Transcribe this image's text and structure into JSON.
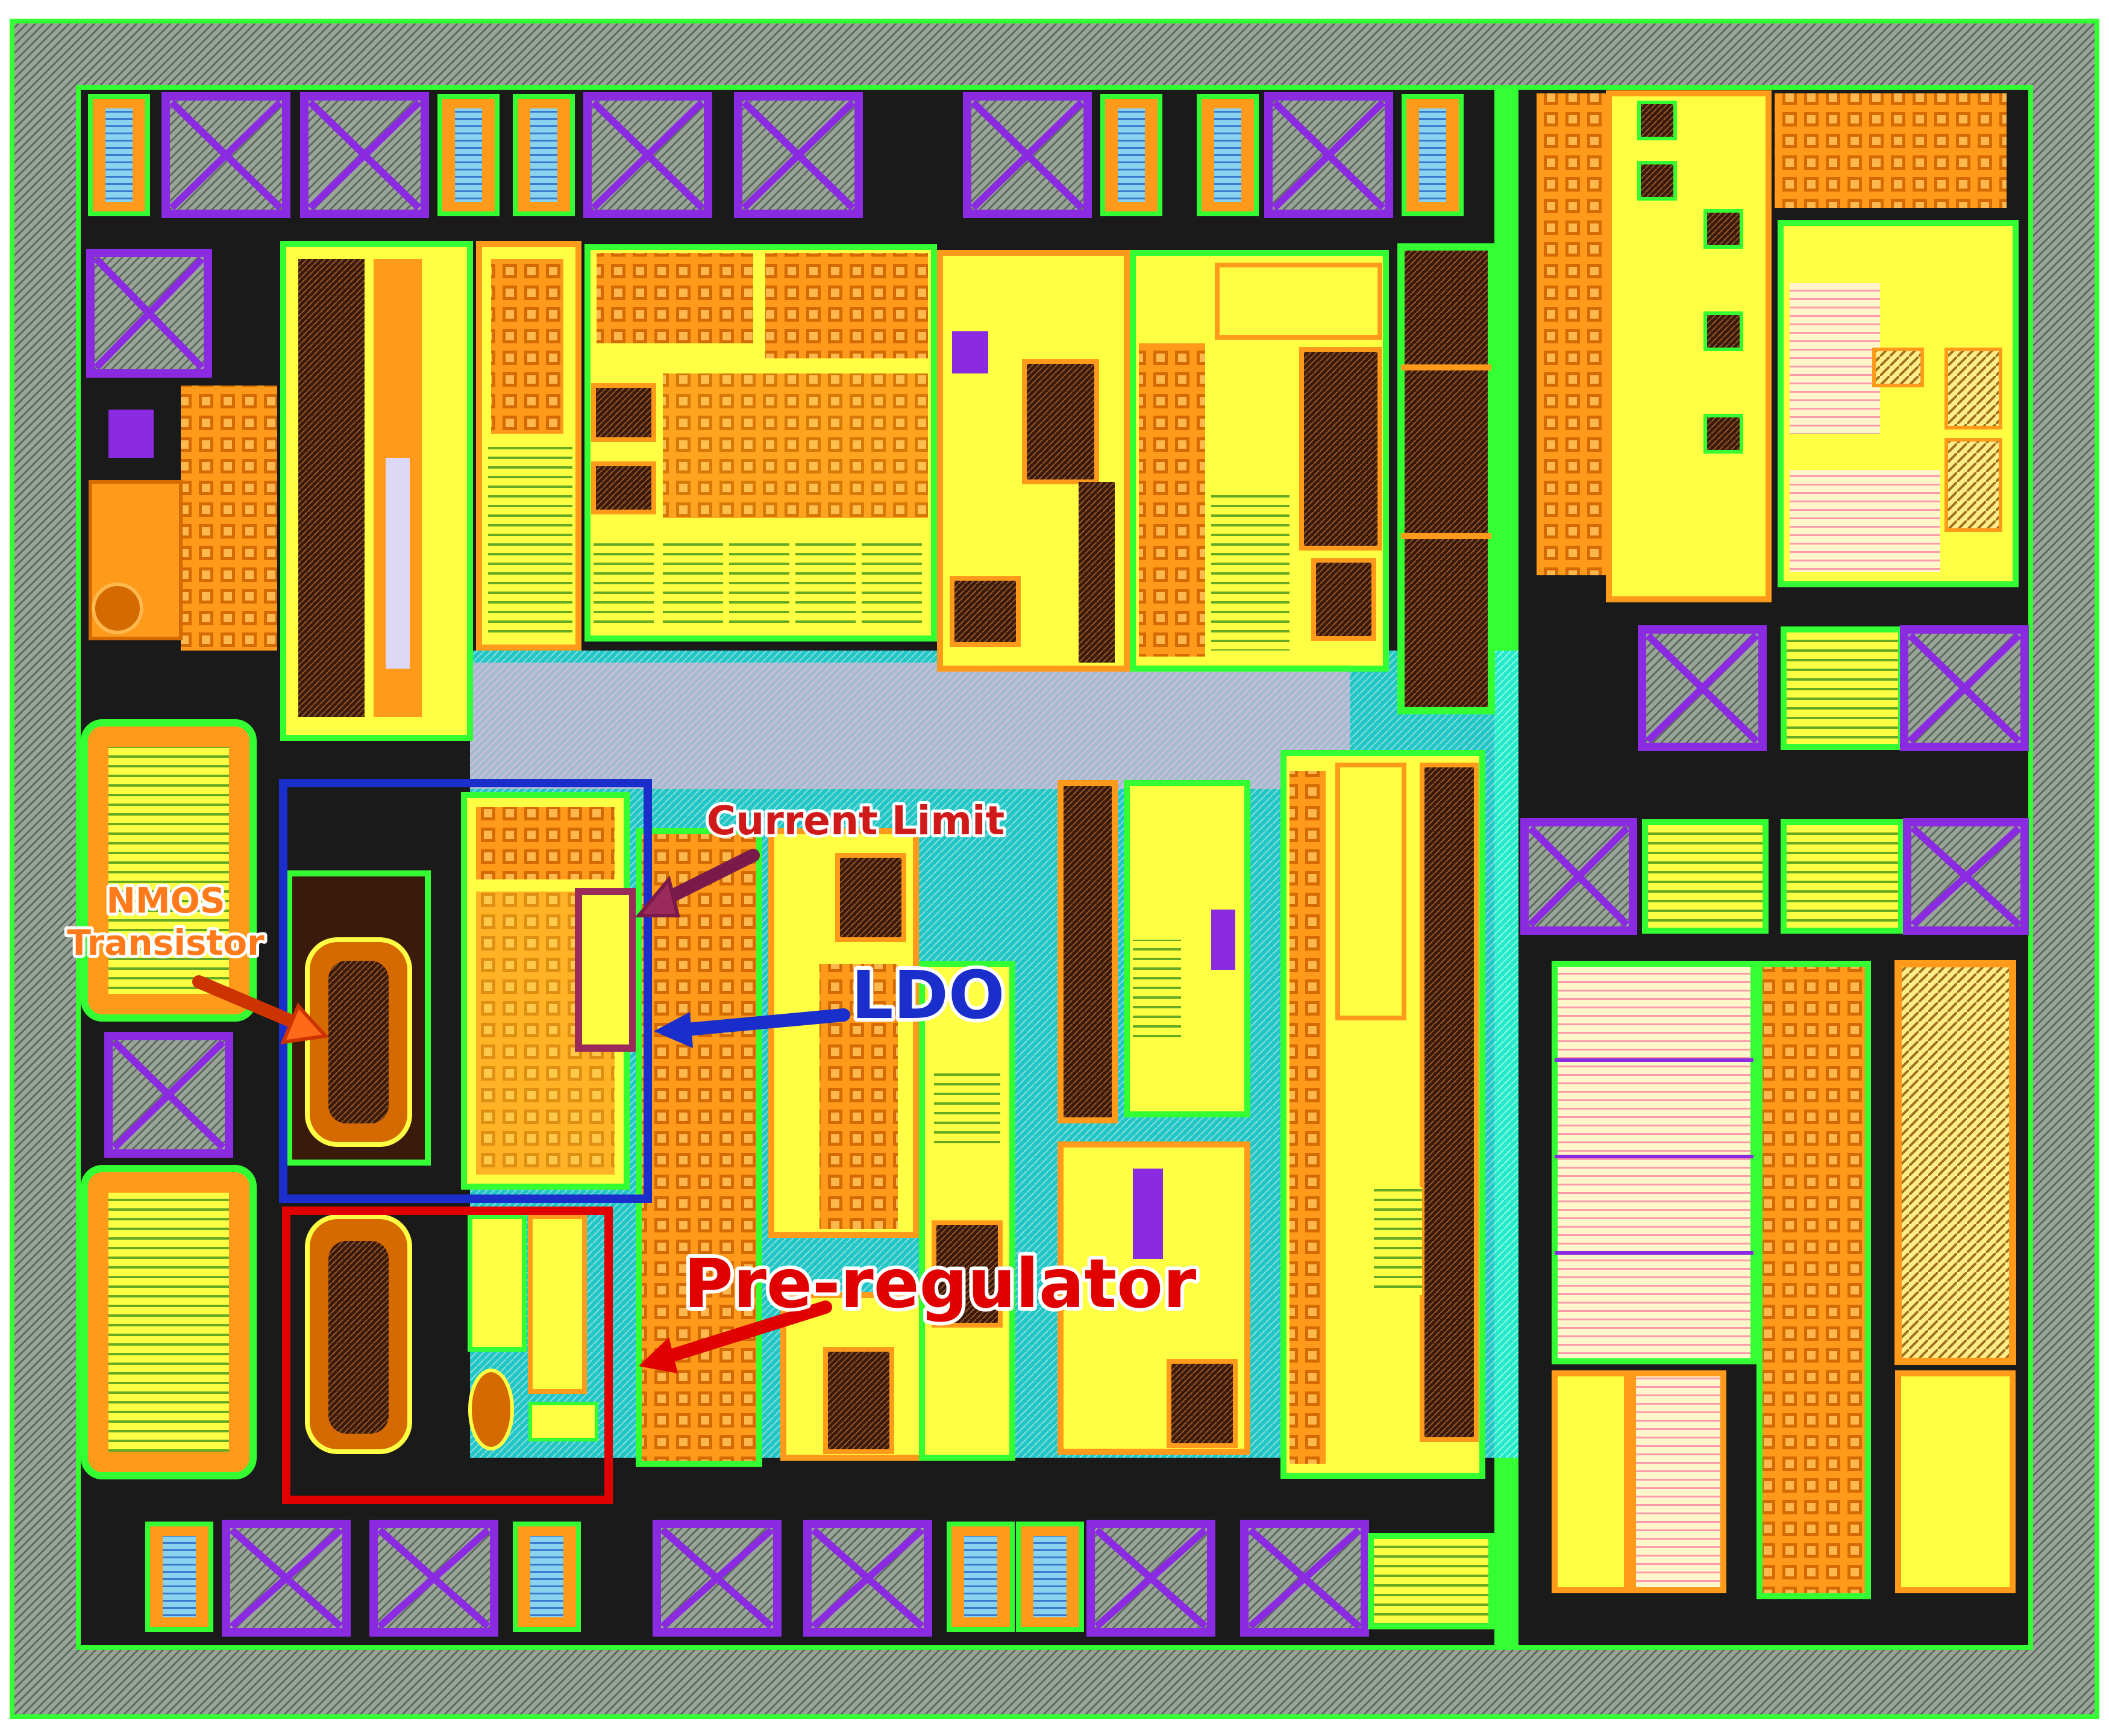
{
  "annotations": {
    "nmos_line1": "NMOS",
    "nmos_line2": "Transistor",
    "current_limit": "Current Limit",
    "ldo": "LDO",
    "pre_regulator": "Pre-regulator"
  },
  "colors": {
    "seal_ring": "#808a80",
    "metal_green": "#33ff33",
    "metal_orange": "#ff9a1a",
    "poly_yellow": "#ffff22",
    "pad_purple": "#8a2be2",
    "cyan_route": "#22e5e5",
    "pink_route": "#ffb3d9",
    "dark_fill": "#3a1a0a",
    "ldo_box": "#1a2ecc",
    "pre_regulator_box": "#e00000",
    "current_limit_box": "#9a2a5a",
    "nmos_text": "#ff7a1a"
  },
  "icons": [
    "bond-pad-icon",
    "transistor-array-icon",
    "callout-arrow-icon"
  ]
}
